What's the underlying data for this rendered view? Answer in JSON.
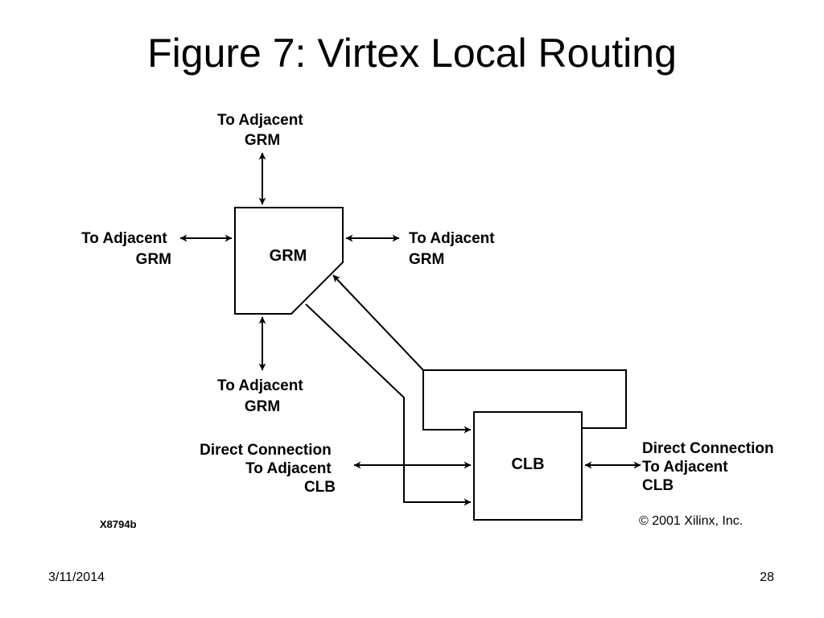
{
  "title": "Figure 7: Virtex Local Routing",
  "diagram": {
    "grm_top_label": [
      "To Adjacent",
      "GRM"
    ],
    "grm_left_label": [
      "To Adjacent",
      "GRM"
    ],
    "grm_right_label": [
      "To Adjacent",
      "GRM"
    ],
    "grm_bottom_label": [
      "To Adjacent",
      "GRM"
    ],
    "grm_block": "GRM",
    "clb_block": "CLB",
    "clb_left_label": [
      "Direct Connection",
      "To Adjacent",
      "CLB"
    ],
    "clb_right_label": [
      "Direct Connection",
      "To Adjacent",
      "CLB"
    ],
    "figure_code": "X8794b",
    "copyright": "© 2001 Xilinx, Inc."
  },
  "footer": {
    "date": "3/11/2014",
    "page": "28"
  }
}
